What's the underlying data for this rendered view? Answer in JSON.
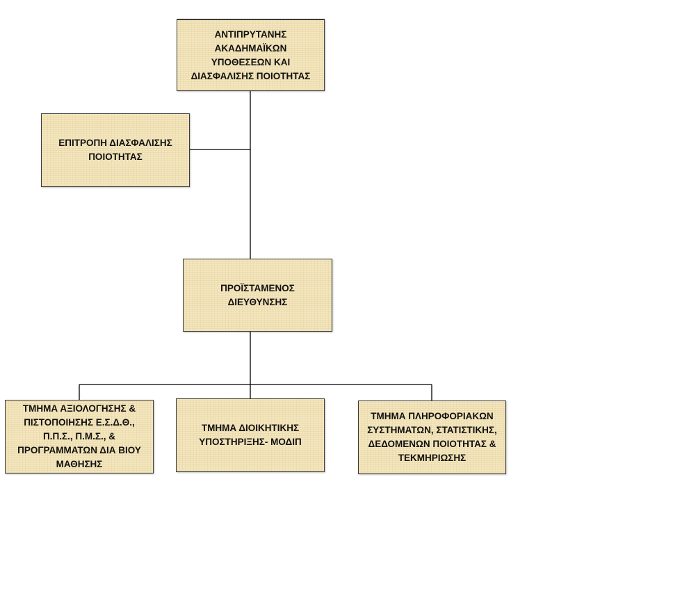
{
  "org_chart": {
    "vice_rector": "ΑΝΤΙΠΡΥΤΑΝΗΣ\nΑΚΑΔΗΜΑΪΚΩΝ\nΥΠΟΘΕΣΕΩΝ ΚΑΙ\nΔΙΑΣΦΑΛΙΣΗΣ ΠΟΙΟΤΗΤΑΣ",
    "committee": "ΕΠΙΤΡΟΠΗ ΔΙΑΣΦΑΛΙΣΗΣ\nΠΟΙΟΤΗΤΑΣ",
    "director": "ΠΡΟΪΣΤΑΜΕΝΟΣ\nΔΙΕΥΘΥΝΣΗΣ",
    "departments": [
      "ΤΜΗΜΑ ΑΞΙΟΛΟΓΗΣΗΣ &\nΠΙΣΤΟΠΟΙΗΣΗΣ Ε.Σ.Δ.Θ.,\nΠ.Π.Σ., Π.Μ.Σ., &\nΠΡΟΓΡΑΜΜΑΤΩΝ ΔΙΑ ΒΙΟΥ\nΜΑΘΗΣΗΣ",
      "ΤΜΗΜΑ ΔΙΟΙΚΗΤΙΚΗΣ\nΥΠΟΣΤΗΡΙΞΗΣ- ΜΟΔΙΠ",
      "ΤΜΗΜΑ ΠΛΗΡΟΦΟΡΙΑΚΩΝ\nΣΥΣΤΗΜΑΤΩΝ, ΣΤΑΤΙΣΤΙΚΗΣ,\nΔΕΔΟΜΕΝΩΝ ΠΟΙΟΤΗΤΑΣ &\nΤΕΚΜΗΡΙΩΣΗΣ"
    ]
  },
  "colors": {
    "box_fill": "#f4e6bd",
    "box_border": "#3a3a3a",
    "connector": "#000000"
  }
}
